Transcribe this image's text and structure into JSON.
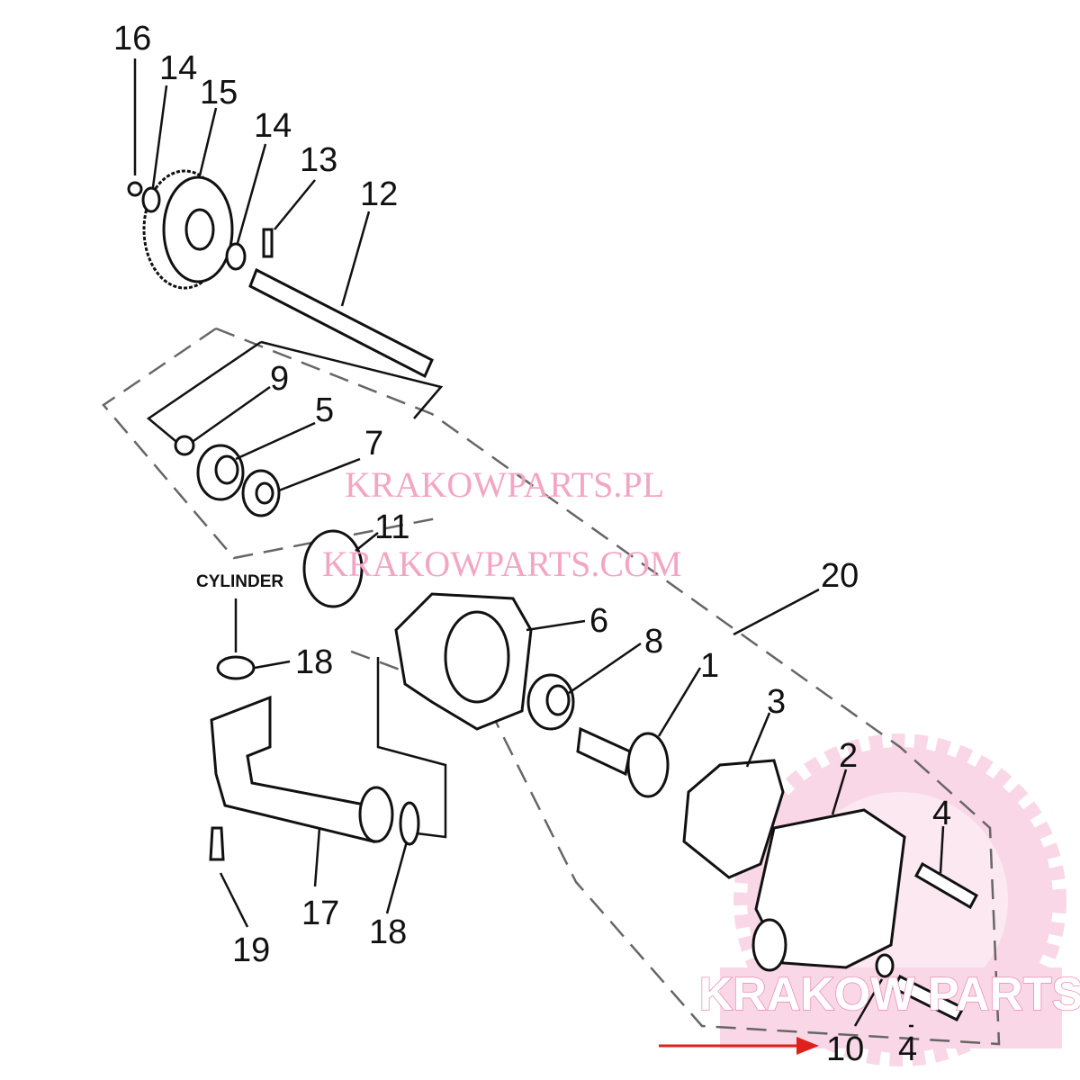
{
  "callouts": {
    "n16": "16",
    "n14a": "14",
    "n15": "15",
    "n14b": "14",
    "n13": "13",
    "n12": "12",
    "n9": "9",
    "n5": "5",
    "n7": "7",
    "n11": "11",
    "cylinder": "CYLINDER",
    "n18a": "18",
    "n6": "6",
    "n8": "8",
    "n1": "1",
    "n3": "3",
    "n20": "20",
    "n2": "2",
    "n4a": "4",
    "n17": "17",
    "n18b": "18",
    "n19": "19",
    "n10": "10",
    "n4b": "4"
  },
  "watermarks": {
    "pl": "KRAKOWPARTS.PL",
    "com": "KRAKOWPARTS.COM",
    "logo": "KRAKOW PARTS"
  },
  "colors": {
    "watermark": "#f3a6c4",
    "arrow": "#e0201b"
  }
}
